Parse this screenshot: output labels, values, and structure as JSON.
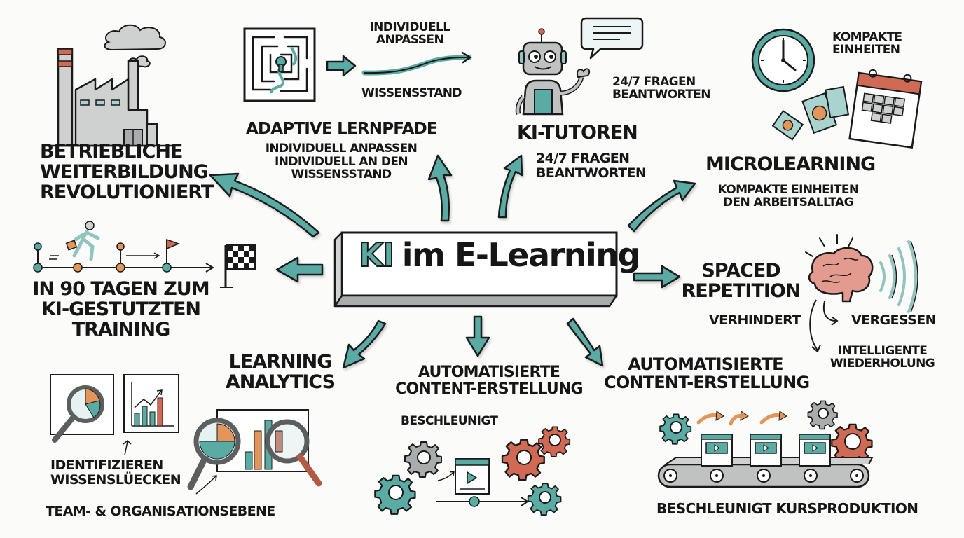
{
  "colors": {
    "accent_teal": "#5aaba3",
    "accent_orange": "#e3955a",
    "accent_red": "#d06a55",
    "gray": "#a9acad",
    "ink": "#161616",
    "background": "#fbfbfa"
  },
  "center": {
    "title_ki": "KI",
    "title_rest": "im E-Learning"
  },
  "nodes": {
    "weiterbildung": {
      "icon": "factory-icon",
      "lines": [
        "Betriebliche",
        "Weiterbildung",
        "Revolutioniert"
      ]
    },
    "adaptive": {
      "icon": "maze-icon",
      "annotation_top": [
        "Individuell",
        "anpassen"
      ],
      "annotation_bottom": "Wissensstand",
      "title": "Adaptive Lernpfade",
      "sub": [
        "Individuell anpassen",
        "Individuell an den",
        "Wissensstand"
      ]
    },
    "tutoren": {
      "icon": "robot-icon",
      "annotation": [
        "24/7 Fragen",
        "beantworten"
      ],
      "title": "KI-Tutoren",
      "sub": [
        "24/7 Fragen",
        "beantworten"
      ]
    },
    "microlearning": {
      "icon": "clock-calendar-icon",
      "annotation": [
        "Kompakte",
        "Einheiten"
      ],
      "title": "Microlearning",
      "sub": [
        "Kompakte Einheiten",
        "den Arbeitsalltag"
      ]
    },
    "spaced": {
      "icon": "brain-icon",
      "title": [
        "Spaced",
        "Repetition"
      ],
      "sub": "verhindert",
      "annotation_forget": "Vergessen",
      "annotation_repeat": [
        "Intelligente",
        "Wiederholung"
      ]
    },
    "roadmap": {
      "icon": "timeline-flag-icon",
      "lines": [
        "In 90 Tagen zum",
        "KI-gestutzten",
        "Training"
      ]
    },
    "analytics": {
      "icon": "magnifier-chart-icon",
      "title": [
        "Learning",
        "Analytics"
      ],
      "annotation_gaps": [
        "Identifizieren",
        "Wissenslüecken"
      ],
      "annotation_level": "Team- & Organisationsebene"
    },
    "content_center": {
      "icon": "gears-video-icon",
      "title": [
        "Automatisierte",
        "Content-Erstellung"
      ],
      "sub": "beschleunigt"
    },
    "content_right": {
      "icon": "conveyor-belt-icon",
      "title": [
        "Automatisierte",
        "Content-Erstellung"
      ],
      "caption": "Beschleunigt Kursproduktion"
    }
  }
}
